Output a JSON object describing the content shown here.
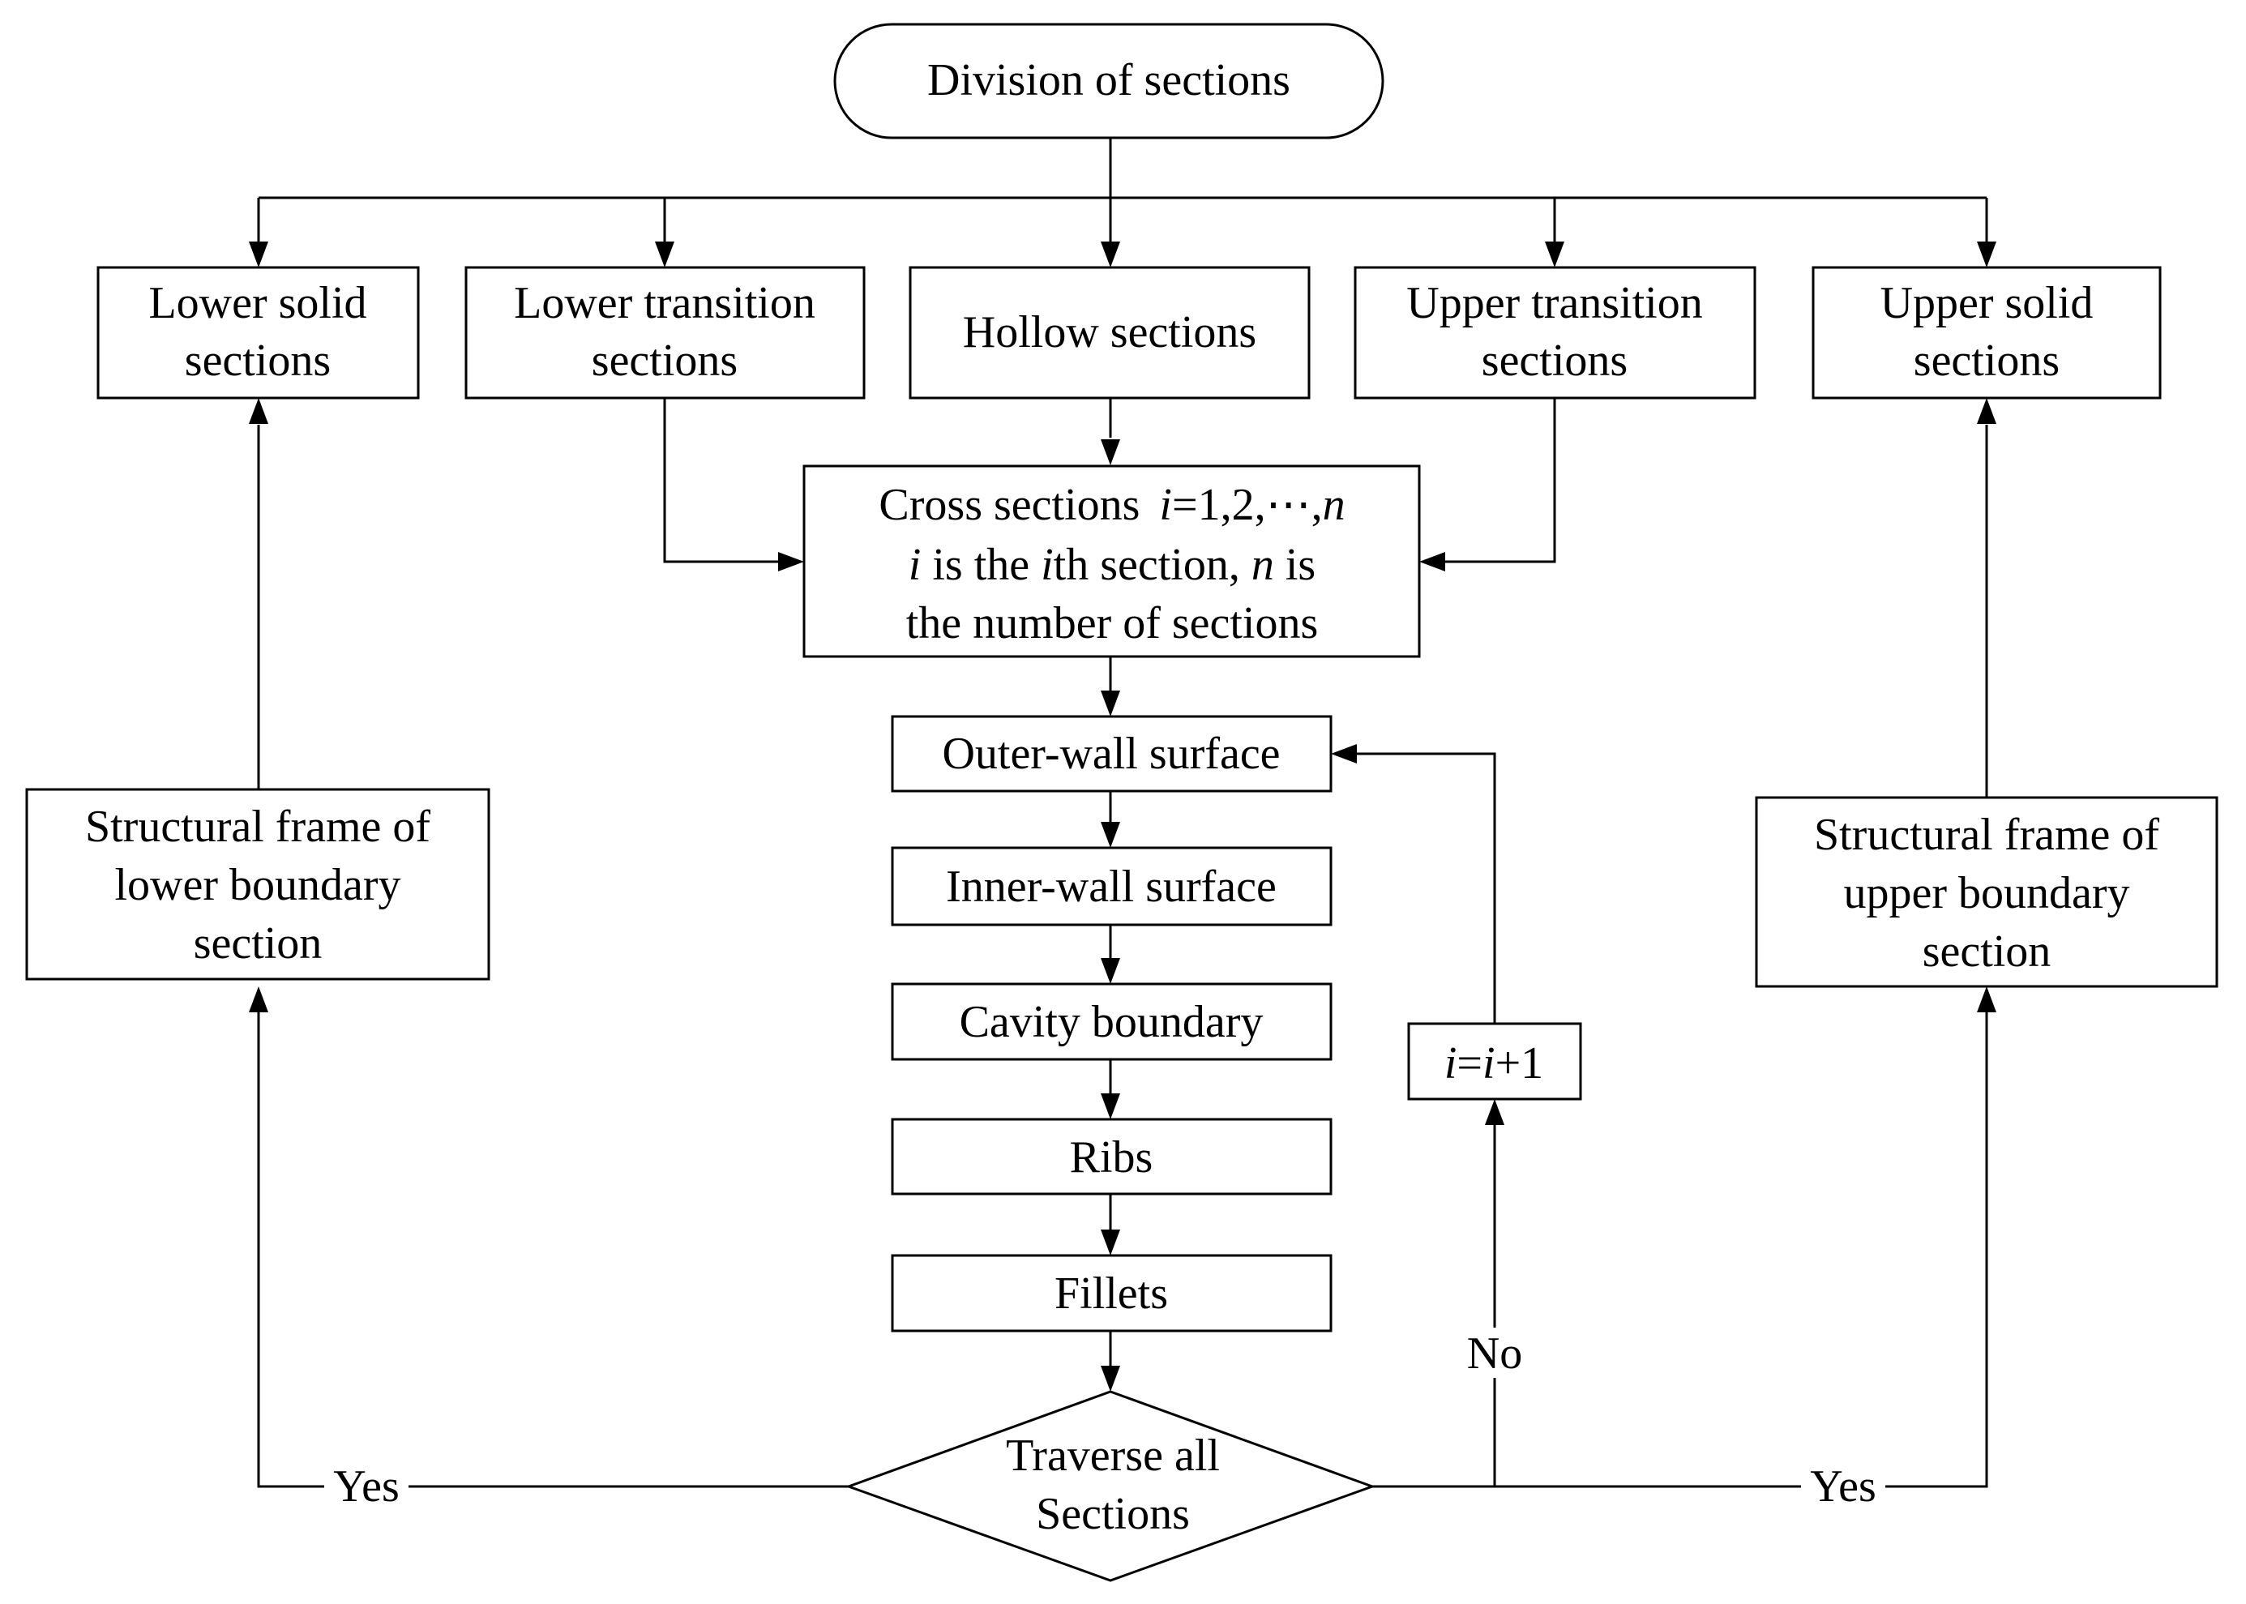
{
  "nodes": {
    "division": {
      "lines": [
        "Division of sections"
      ]
    },
    "lower_solid": {
      "lines": [
        "Lower solid",
        "sections"
      ]
    },
    "lower_transition": {
      "lines": [
        "Lower transition",
        "sections"
      ]
    },
    "hollow": {
      "lines": [
        "Hollow sections"
      ]
    },
    "upper_transition": {
      "lines": [
        "Upper transition",
        "sections"
      ]
    },
    "upper_solid": {
      "lines": [
        "Upper solid",
        "sections"
      ]
    },
    "cross_sections": {
      "line1_prefix": "Cross sections",
      "line1_var_i": "i",
      "line1_mid": "=1,2,⋯,",
      "line1_var_n": "n",
      "line2_var_i": "i",
      "line2_a": " is the ",
      "line2_var_i2": "i",
      "line2_b": "th section, ",
      "line2_var_n": "n",
      "line2_c": " is",
      "line3": "the number of sections"
    },
    "outer_wall": {
      "lines": [
        "Outer-wall surface"
      ]
    },
    "inner_wall": {
      "lines": [
        "Inner-wall surface"
      ]
    },
    "cavity": {
      "lines": [
        "Cavity boundary"
      ]
    },
    "ribs": {
      "lines": [
        "Ribs"
      ]
    },
    "fillets": {
      "lines": [
        "Fillets"
      ]
    },
    "traverse": {
      "lines": [
        "Traverse all",
        "Sections"
      ]
    },
    "increment": {
      "var_a": "i",
      "eq": "=",
      "var_b": "i",
      "rest": "+1"
    },
    "lower_frame": {
      "lines": [
        "Structural frame of",
        "lower boundary",
        "section"
      ]
    },
    "upper_frame": {
      "lines": [
        "Structural frame of",
        "upper boundary",
        "section"
      ]
    }
  },
  "edge_labels": {
    "yes_left": "Yes",
    "yes_right": "Yes",
    "no": "No"
  }
}
